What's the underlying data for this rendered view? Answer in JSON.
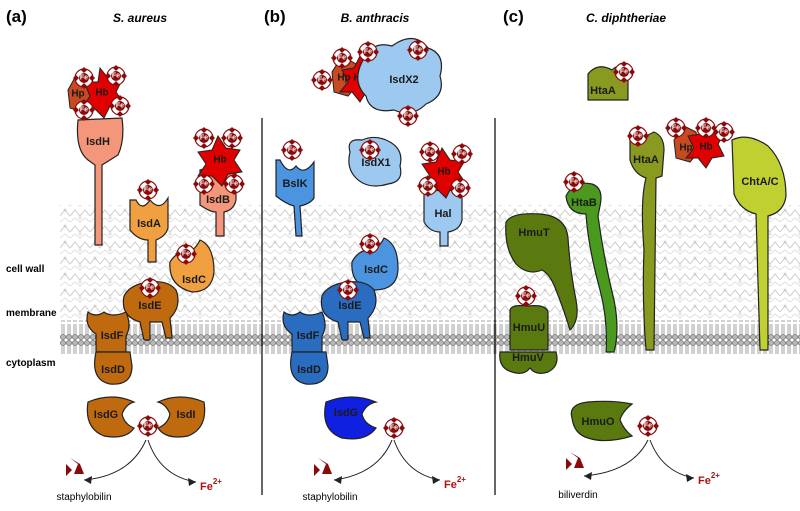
{
  "panels": [
    {
      "letter": "(a)",
      "organism": "S. aureus"
    },
    {
      "letter": "(b)",
      "organism": "B. anthracis"
    },
    {
      "letter": "(c)",
      "organism": "C. diphtheriae"
    }
  ],
  "side_labels": {
    "cell_wall": "cell wall",
    "membrane": "membrane",
    "cytoplasm": "cytoplasm"
  },
  "products": {
    "a": "staphylobilin",
    "b": "staphylobilin",
    "c": "biliverdin"
  },
  "fe2": {
    "base": "Fe",
    "charge": "2+"
  },
  "heme_label": "Fe",
  "complex_labels": {
    "hb": "Hb",
    "hp": "Hp"
  },
  "proteins": {
    "a": {
      "isdh": "IsdH",
      "isda": "IsdA",
      "isdb": "IsdB",
      "isdc": "IsdC",
      "isde": "IsdE",
      "isdf": "IsdF",
      "isdd": "IsdD",
      "isdg": "IsdG",
      "isdi": "IsdI"
    },
    "b": {
      "isdx2": "IsdX2",
      "isdx1": "IsdX1",
      "bslk": "BslK",
      "hal": "Hal",
      "isdc": "IsdC",
      "isde": "IsdE",
      "isdf": "IsdF",
      "isdd": "IsdD",
      "isdg": "IsdG"
    },
    "c": {
      "htaa_free": "HtaA",
      "htaa": "HtaA",
      "htab": "HtaB",
      "chta": "ChtA/C",
      "hmut": "HmuT",
      "hmuu": "HmuU",
      "hmuv": "HmuV",
      "hmuo": "HmuO"
    }
  },
  "colors": {
    "a_light": "#f4967a",
    "a_mid": "#f0a040",
    "a_dark": "#c06a10",
    "b_light": "#9dc8f0",
    "b_mid": "#4a94e0",
    "b_dark": "#2a6cc0",
    "b_deep": "#1020e0",
    "c_olive": "#8a9a20",
    "c_dark": "#5a7a10",
    "c_light": "#c0d030",
    "c_green": "#4a9a20",
    "hb_red": "#e00000",
    "heme_dark": "#8a0a0a"
  }
}
